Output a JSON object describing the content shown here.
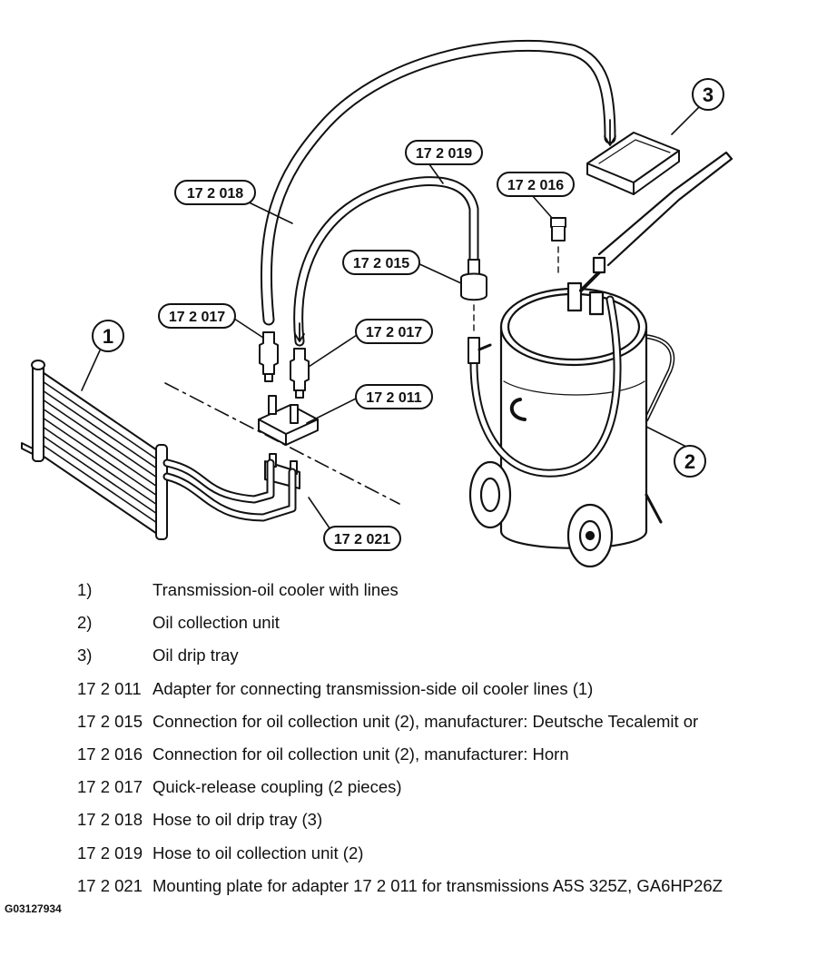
{
  "diagram": {
    "callouts": {
      "c018": "17 2 018",
      "c019": "17 2 019",
      "c016": "17 2 016",
      "c015": "17 2 015",
      "c017a": "17 2 017",
      "c017b": "17 2 017",
      "c011": "17 2 011",
      "c021": "17 2 021"
    },
    "numbers": {
      "n1": "1",
      "n2": "2",
      "n3": "3"
    }
  },
  "legend": [
    {
      "key": "1)",
      "text": "Transmission-oil cooler with lines"
    },
    {
      "key": "2)",
      "text": "Oil collection unit"
    },
    {
      "key": "3)",
      "text": "Oil drip tray"
    },
    {
      "key": "17 2 011",
      "text": "Adapter for connecting transmission-side oil cooler lines (1)"
    },
    {
      "key": "17 2 015",
      "text": "Connection for oil collection unit (2), manufacturer: Deutsche Tecalemit or"
    },
    {
      "key": "17 2 016",
      "text": "Connection for oil collection unit (2), manufacturer: Horn"
    },
    {
      "key": "17 2 017",
      "text": "Quick-release coupling (2 pieces)"
    },
    {
      "key": "17 2 018",
      "text": "Hose to oil drip tray (3)"
    },
    {
      "key": "17 2 019",
      "text": "Hose to oil collection unit (2)"
    },
    {
      "key": "17 2 021",
      "text": "Mounting plate for adapter 17 2 011 for transmissions A5S 325Z, GA6HP26Z"
    }
  ],
  "figure_id": "G03127934"
}
